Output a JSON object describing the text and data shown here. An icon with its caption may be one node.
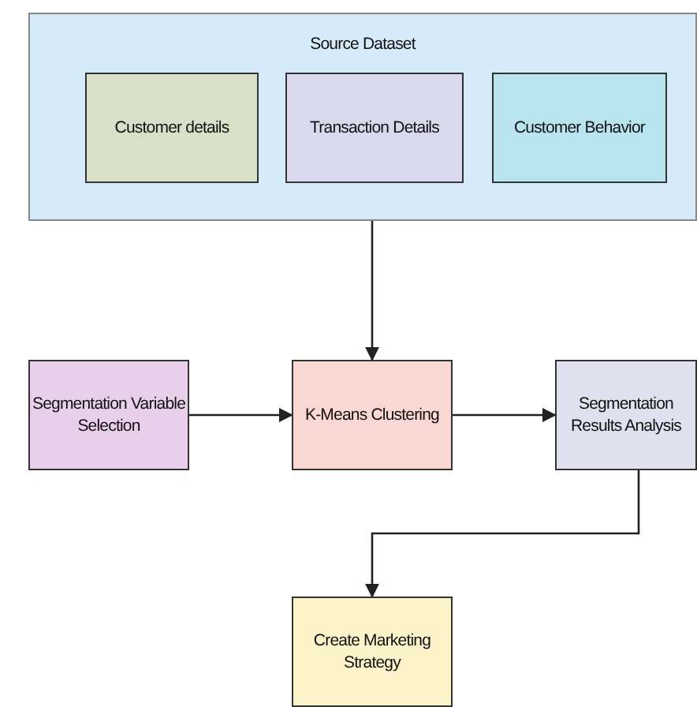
{
  "diagram": {
    "nodes": [
      {
        "text": [
          "Source Dataset"
        ]
      },
      {
        "text": [
          "Customer details"
        ],
        "in": 0
      },
      {
        "text": [
          "Transaction Details"
        ],
        "in": 0
      },
      {
        "text": [
          "Customer Behavior"
        ],
        "in": 0
      },
      {
        "text": [
          "Segmentation Variable Selection"
        ]
      },
      {
        "text": [
          "K-Means Clustering"
        ]
      },
      {
        "text": [
          "Segmentation Results Analysis"
        ]
      },
      {
        "text": [
          "Create Marketing Strategy"
        ]
      }
    ],
    "edges": [
      {
        "from": 0,
        "to": 5,
        "arrow": "to"
      },
      {
        "from": 4,
        "to": 5,
        "arrow": "to"
      },
      {
        "from": 5,
        "to": 6,
        "arrow": "to"
      },
      {
        "from": 6,
        "to": 7,
        "arrow": "to"
      }
    ]
  }
}
